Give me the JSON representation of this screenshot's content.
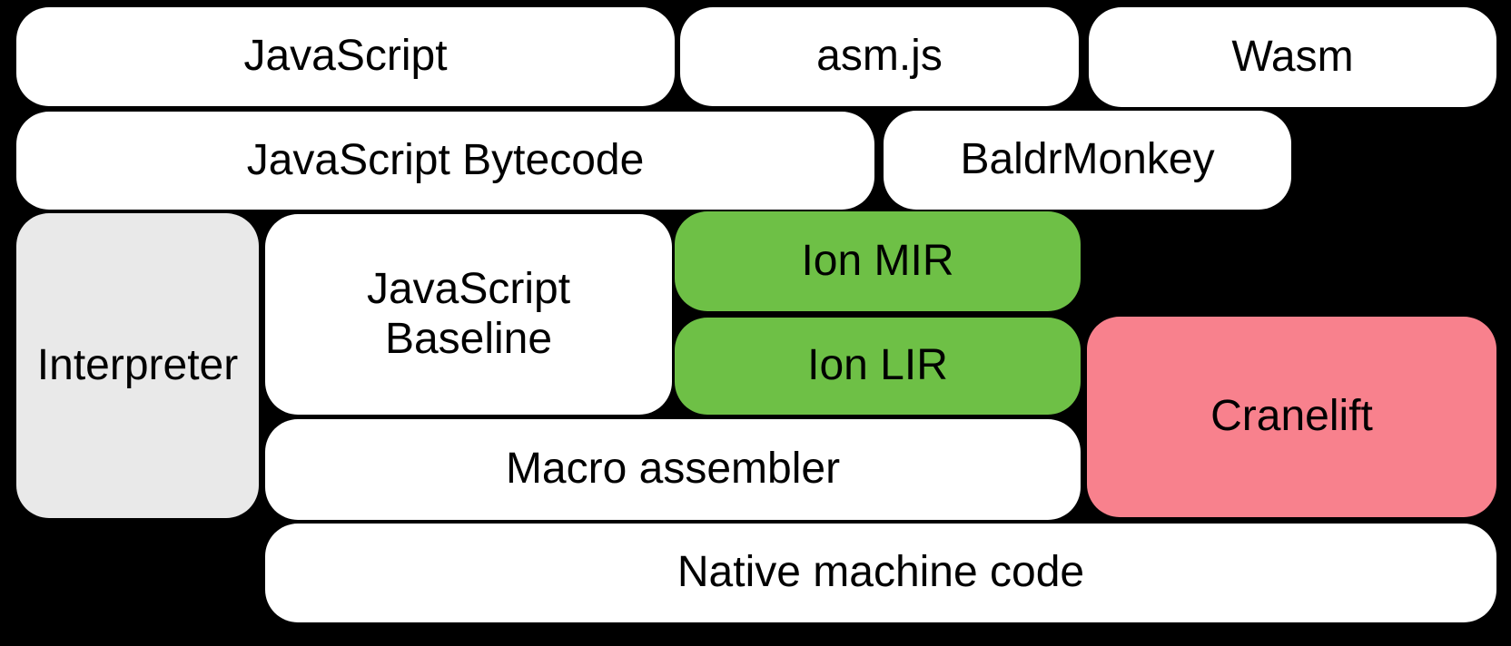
{
  "diagram": {
    "description": "Compiler pipeline block diagram",
    "background_color": "#000000",
    "text_color": "#000000",
    "palette": {
      "white": "#ffffff",
      "gray": "#e9e9e9",
      "green": "#6ec046",
      "pink": "#f8818d"
    },
    "boxes": [
      {
        "id": "javascript",
        "label": "JavaScript",
        "color": "white"
      },
      {
        "id": "asmjs",
        "label": "asm.js",
        "color": "white"
      },
      {
        "id": "wasm",
        "label": "Wasm",
        "color": "white"
      },
      {
        "id": "javascript-bytecode",
        "label": "JavaScript Bytecode",
        "color": "white"
      },
      {
        "id": "baldrmonkey",
        "label": "BaldrMonkey",
        "color": "white"
      },
      {
        "id": "interpreter",
        "label": "Interpreter",
        "color": "gray"
      },
      {
        "id": "javascript-baseline",
        "label": "JavaScript\nBaseline",
        "color": "white"
      },
      {
        "id": "ion-mir",
        "label": "Ion MIR",
        "color": "green"
      },
      {
        "id": "ion-lir",
        "label": "Ion LIR",
        "color": "green"
      },
      {
        "id": "cranelift",
        "label": "Cranelift",
        "color": "pink"
      },
      {
        "id": "macro-assembler",
        "label": "Macro assembler",
        "color": "white"
      },
      {
        "id": "native-machine-code",
        "label": "Native machine code",
        "color": "white"
      }
    ]
  }
}
